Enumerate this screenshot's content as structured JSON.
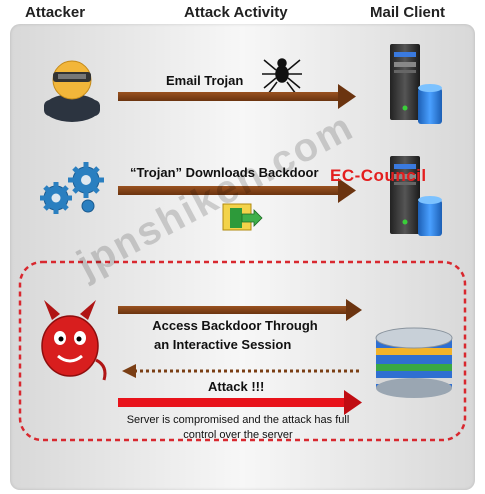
{
  "headers": {
    "attacker": "Attacker",
    "activity": "Attack Activity",
    "client": "Mail Client"
  },
  "steps": {
    "email_trojan": "Email Trojan",
    "downloads_backdoor": "“Trojan” Downloads Backdoor",
    "access_backdoor_line1": "Access Backdoor Through",
    "access_backdoor_line2": "an Interactive Session",
    "attack": "Attack !!!",
    "compromised_line1": "Server is compromised and the attack has full",
    "compromised_line2": "control over the server"
  },
  "brand": "EC-Council",
  "watermark": "jpnshiken.com",
  "colors": {
    "arrow_brown": "#7a3e14",
    "arrow_red": "#e8121a",
    "dashed_border": "#d8282f",
    "gear_blue": "#2a7fc0"
  }
}
